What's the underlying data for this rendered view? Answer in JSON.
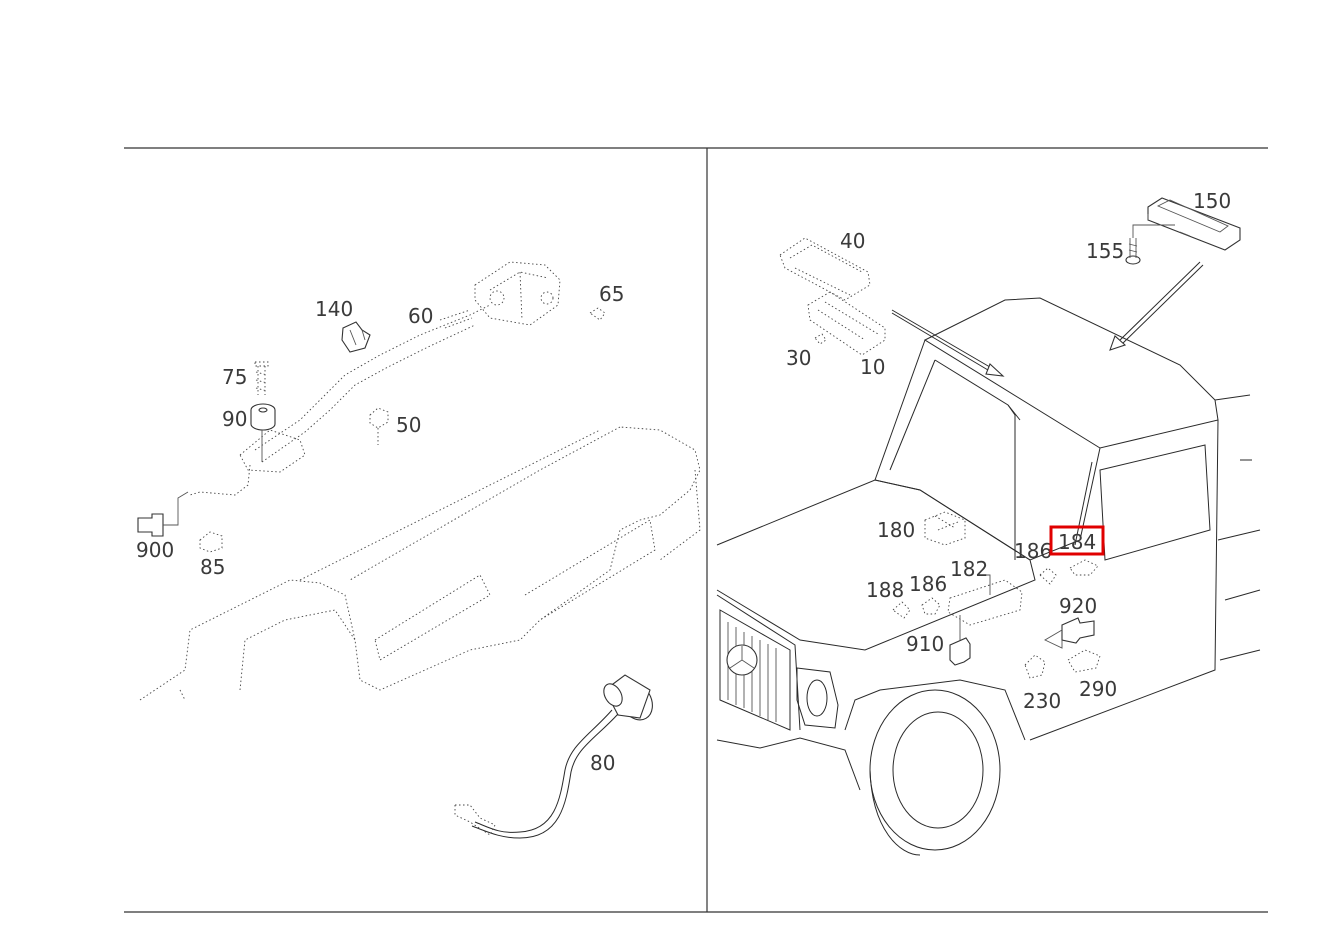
{
  "highlight": {
    "label": "184",
    "color": "#e00000"
  },
  "left_panel": {
    "labels": [
      "140",
      "60",
      "65",
      "75",
      "90",
      "50",
      "900",
      "85",
      "80"
    ]
  },
  "right_panel": {
    "labels": [
      "40",
      "150",
      "155",
      "30",
      "10",
      "180",
      "184",
      "186",
      "182",
      "188",
      "186",
      "920",
      "910",
      "230",
      "290"
    ]
  },
  "icons": {
    "left": [
      "clip-icon",
      "cable-harness-icon",
      "sensor-housing-icon",
      "screw-icon",
      "grommet-icon",
      "nut-icon",
      "connector-icon",
      "bracket-icon",
      "round-sensor-icon"
    ],
    "right": [
      "lamp-lens-icon",
      "light-bar-icon",
      "screw-icon",
      "vehicle-outline-icon",
      "relay-icon",
      "connector-icon"
    ]
  }
}
